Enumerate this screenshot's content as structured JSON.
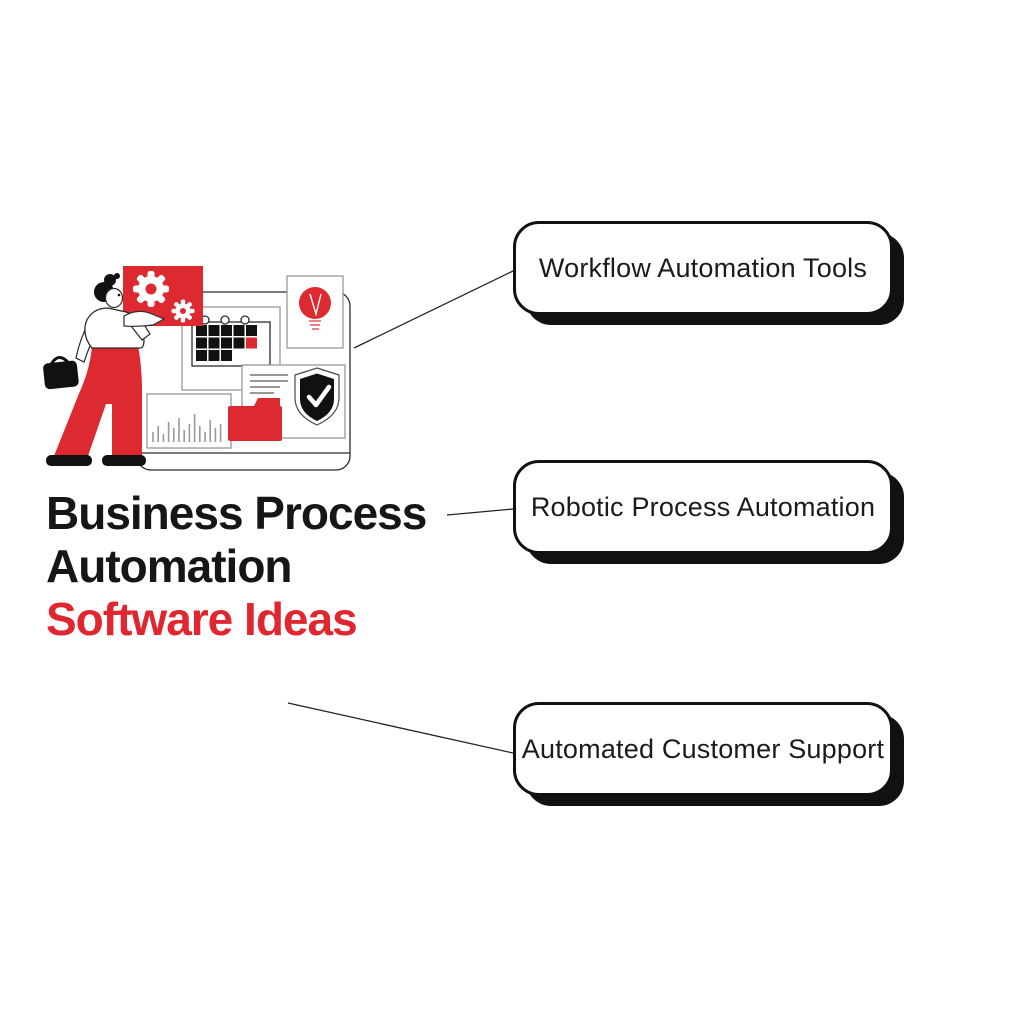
{
  "page": {
    "background": "#ffffff"
  },
  "title": {
    "line1": "Business Process",
    "line2": "Automation",
    "line3": "Software Ideas"
  },
  "nodes": [
    {
      "label": "Workflow Automation Tools"
    },
    {
      "label": "Robotic Process Automation"
    },
    {
      "label": "Automated Customer Support"
    }
  ],
  "colors": {
    "red": "#DD2A31",
    "title_red": "#E0262F",
    "ink": "#111111",
    "line": "#222222",
    "panel_stroke": "#8f8f8f"
  },
  "illustration": {
    "description": "Woman with handbag operating an automation dashboard",
    "icons": [
      "gear-icon",
      "calendar-icon",
      "lightbulb-icon",
      "shield-check-icon",
      "bar-chart-icon",
      "folder-icon",
      "handbag-icon"
    ]
  }
}
